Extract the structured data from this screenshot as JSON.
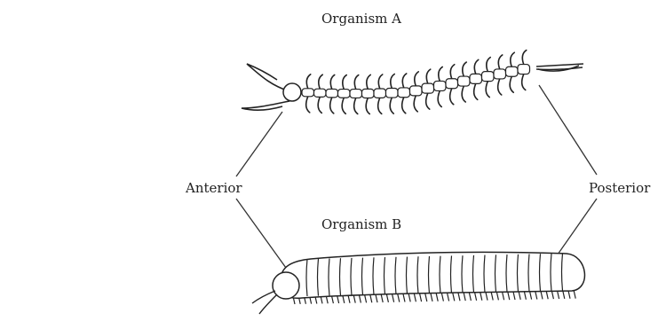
{
  "labels": {
    "organism_a": "Organism A",
    "organism_b": "Organism B",
    "anterior": "Anterior",
    "posterior": "Posterior"
  },
  "organisms": [
    {
      "name": "Organism A",
      "animal": "centipede"
    },
    {
      "name": "Organism B",
      "animal": "millipede"
    }
  ],
  "colors": {
    "line": "#222222",
    "fill": "#ffffff"
  }
}
